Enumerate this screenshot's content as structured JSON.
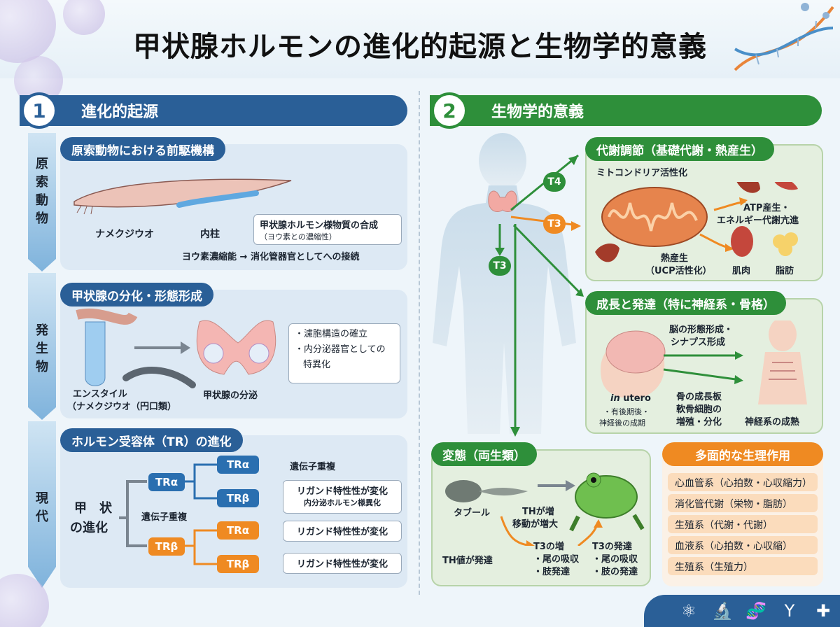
{
  "title": "甲状腺ホルモンの進化的起源と生物学的意義",
  "section1": {
    "num": "1",
    "title": "進化的起源",
    "stages": [
      "原索動物",
      "発生物",
      "現代"
    ],
    "precursor": {
      "title": "原索動物における前駆機構",
      "organism": "ナメクジウオ",
      "organ": "内柱",
      "callout": "甲状腺ホルモン様物質の合成",
      "callout_sub": "（ヨウ素との濃縮性）",
      "note": "ヨウ素濃縮能 → 消化管器官としてへの接続"
    },
    "differentiation": {
      "title": "甲状腺の分化・形態形成",
      "left_label_1": "エンスタイル",
      "left_label_2": "（ナメクジウオ（円口類）",
      "middle_label": "甲状腺の分泌",
      "bullet_1": "・濾胞構造の確立",
      "bullet_2a": "・内分泌器官としての",
      "bullet_2b": "特異化"
    },
    "receptor": {
      "title": "ホルモン受容体（TR）の進化",
      "left_1": "甲　状",
      "left_2": "の進化",
      "dup_label": "遺伝子重複",
      "root_upper": "TRα",
      "root_lower": "TRβ",
      "leaf_1": "TRα",
      "leaf_2": "TRβ",
      "leaf_3": "TRα",
      "leaf_4": "TRβ",
      "note_1": "遺伝子重複",
      "note_2a": "リガンド特性性が変化",
      "note_2b": "内分泌ホルモン様異化",
      "note_3": "リガンド特性性が変化",
      "note_4": "リガンド特性性が変化"
    }
  },
  "section2": {
    "num": "2",
    "title": "生物学的意義",
    "body_labels": {
      "t4": "T4",
      "t3_right": "T3",
      "t3_down": "T3"
    },
    "metabolism": {
      "title": "代謝調節（基礎代謝・熱産生）",
      "mito_label": "ミトコンドリア活性化",
      "atp_1": "ATP産生・",
      "atp_2": "エネルギー代謝亢進",
      "heat_1": "熱産生",
      "heat_2": "（UCP活性化）",
      "muscle": "肌肉",
      "fat": "脂肪"
    },
    "growth": {
      "title": "成長と発達（特に神経系・骨格）",
      "brain_1": "脳の形態形成・",
      "brain_2": "シナプス形成",
      "utero_em": "in",
      "utero": " utero",
      "utero_2": "・有後期後・",
      "utero_3": "神経後の成期",
      "bone_1": "骨の成長板",
      "bone_2": "軟骨細胞の",
      "bone_3": "増殖・分化",
      "nerve": "神経系の成熟"
    },
    "metamorphosis": {
      "title": "変態（両生類）",
      "tadpole": "タブール",
      "th_1": "THが増",
      "th_2": "移動が増大",
      "t3_1": "T3の増",
      "t3_2": "・尾の吸収",
      "t3_3": "・肢発達",
      "th_low": "TH値が発達",
      "t3b_1": "T3の発達",
      "t3b_2": "・尾の吸収",
      "t3b_3": "・肢の発達"
    },
    "physiology": {
      "title": "多面的な生理作用",
      "items": [
        "心血管系（心拍数・心収縮力）",
        "消化管代謝（栄物・脂肪）",
        "生殖系（代謝・代謝）",
        "血液系（心拍数・心収縮）",
        "生殖系（生殖力）"
      ]
    }
  },
  "colors": {
    "blue": "#2a5f97",
    "green": "#2e8f3a",
    "orange": "#ef8a22"
  },
  "footer_icons": [
    "atom-icon",
    "microscope-icon",
    "dna-icon",
    "antibody-icon",
    "medical-cross-icon"
  ]
}
